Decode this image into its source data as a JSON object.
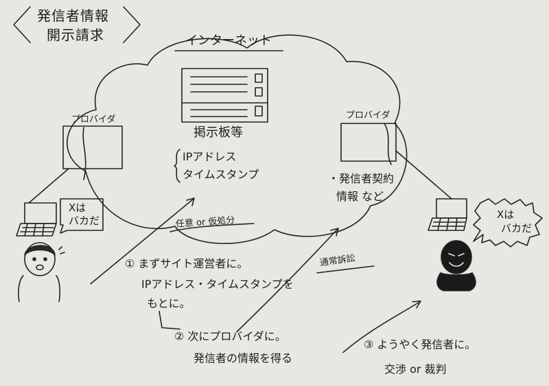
{
  "title": {
    "line1": "発信者情報",
    "line2": "開示請求"
  },
  "internet_label": "インターネット",
  "bulletin_board_label": "掲示板等",
  "left_provider_label": "プロバイダ",
  "right_provider_label": "プロバイダ",
  "board_info": {
    "ip": "IPアドレス",
    "timestamp": "タイムスタンプ"
  },
  "provider_info": {
    "line1": "・発信者契約",
    "line2": "情報 など"
  },
  "arrow_labels": {
    "voluntary": "任意 or 仮処分",
    "lawsuit": "通常訴訟"
  },
  "victim_bubble": {
    "line1": "Xは",
    "line2": "バカだ"
  },
  "poster_bubble": {
    "line1": "Xは",
    "line2": "バカだ"
  },
  "steps": {
    "step1": {
      "line1": "① まずサイト運営者に。",
      "line2": "IPアドレス・タイムスタンプを",
      "line3": "もとに。"
    },
    "step2": {
      "line1": "② 次にプロバイダに。",
      "line2": "発信者の情報を得る"
    },
    "step3": {
      "line1": "③ ようやく発信者に。",
      "line2": "交渉 or 裁判"
    }
  }
}
